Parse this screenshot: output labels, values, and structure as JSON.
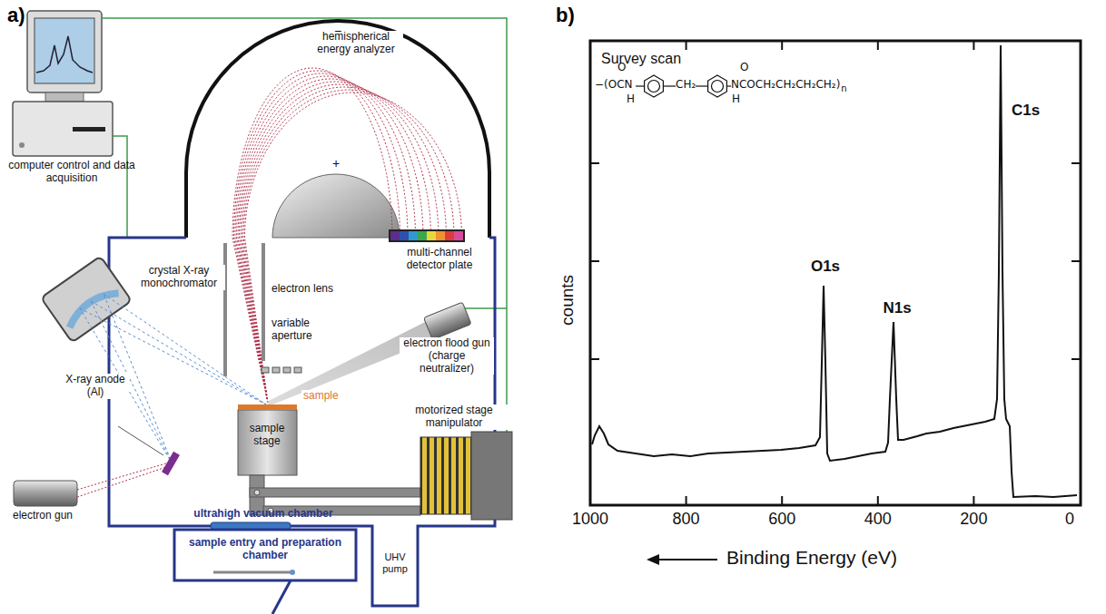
{
  "diagram": {
    "labels": [
      "a)",
      "b)",
      "computer control and data acquisition",
      "hemispherical energy analyzer",
      "−",
      "+",
      "multi-channel detector plate",
      "crystal X-ray monochromator",
      "electron lens",
      "variable aperture",
      "electron flood gun (charge neutralizer)",
      "X-ray anode (Al)",
      "sample",
      "sample stage",
      "motorized stage manipulator",
      "electron gun",
      "ultrahigh vacuum chamber",
      "sample entry and preparation chamber",
      "UHV pump",
      "Survey scan",
      "−(OCN",
      "O",
      "H",
      "CH₂",
      "NCOCH₂CH₂CH₂CH₂)",
      "O",
      "H",
      "n",
      "C1s",
      "O1s",
      "N1s",
      "counts",
      "1000",
      "800",
      "600",
      "400",
      "200",
      "0",
      "Binding Energy (eV)"
    ]
  }
}
